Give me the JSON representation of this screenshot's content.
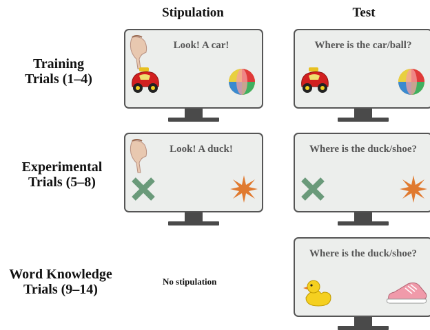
{
  "columns": {
    "stipulation": "Stipulation",
    "test": "Test"
  },
  "rows": {
    "training": {
      "label_line1": "Training",
      "label_line2": "Trials (1–4)",
      "stipulation_prompt": "Look! A car!",
      "test_prompt": "Where is the car/ball?"
    },
    "experimental": {
      "label_line1": "Experimental",
      "label_line2": "Trials (5–8)",
      "stipulation_prompt": "Look! A duck!",
      "test_prompt": "Where is the duck/shoe?"
    },
    "word_knowledge": {
      "label_line1": "Word Knowledge",
      "label_line2": "Trials (9–14)",
      "stipulation_text": "No stipulation",
      "test_prompt": "Where is the duck/shoe?"
    }
  },
  "icons": [
    "pointing-hand-icon",
    "toy-car-icon",
    "beach-ball-icon",
    "green-x-icon",
    "orange-star-icon",
    "rubber-duck-icon",
    "pink-sneaker-icon"
  ],
  "colors": {
    "screen": "#eceeec",
    "frame": "#555555",
    "x_mark": "#6a9a7a",
    "star": "#e07a30"
  }
}
